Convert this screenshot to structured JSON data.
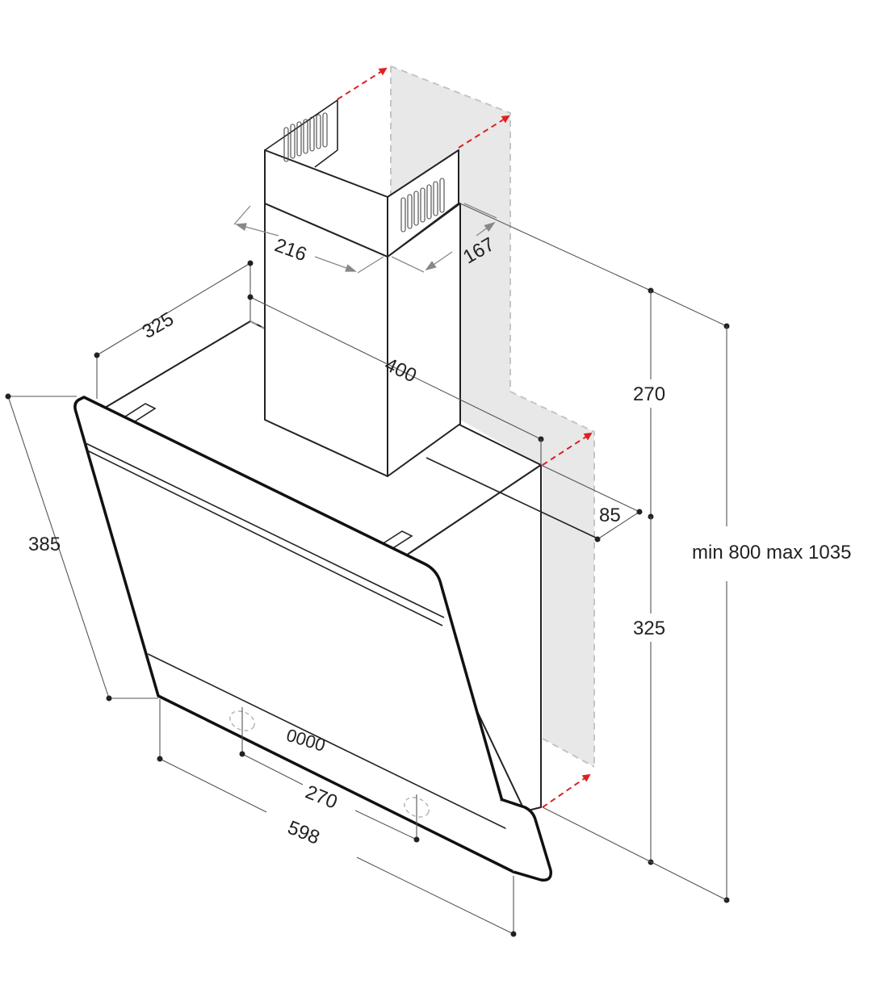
{
  "diagram": {
    "type": "technical dimension drawing",
    "subject": "inclined glass chimney cooker hood",
    "units": "mm",
    "colors": {
      "line": "#222222",
      "wall_fill": "#e8e8e8",
      "arrow": "#e02020",
      "dimension_line": "#555555"
    },
    "dimensions": {
      "chimney_width": "216",
      "chimney_depth": "167",
      "hood_top_depth": "325",
      "hood_body_width": "400",
      "glass_height": "385",
      "chimney_upper_height": "270",
      "wall_offset": "85",
      "hood_lower_height": "325",
      "total_height": "min 800 max 1035",
      "fixing_hole_spacing": "270",
      "overall_width": "598"
    },
    "control_panel": {
      "display": "0000"
    }
  }
}
